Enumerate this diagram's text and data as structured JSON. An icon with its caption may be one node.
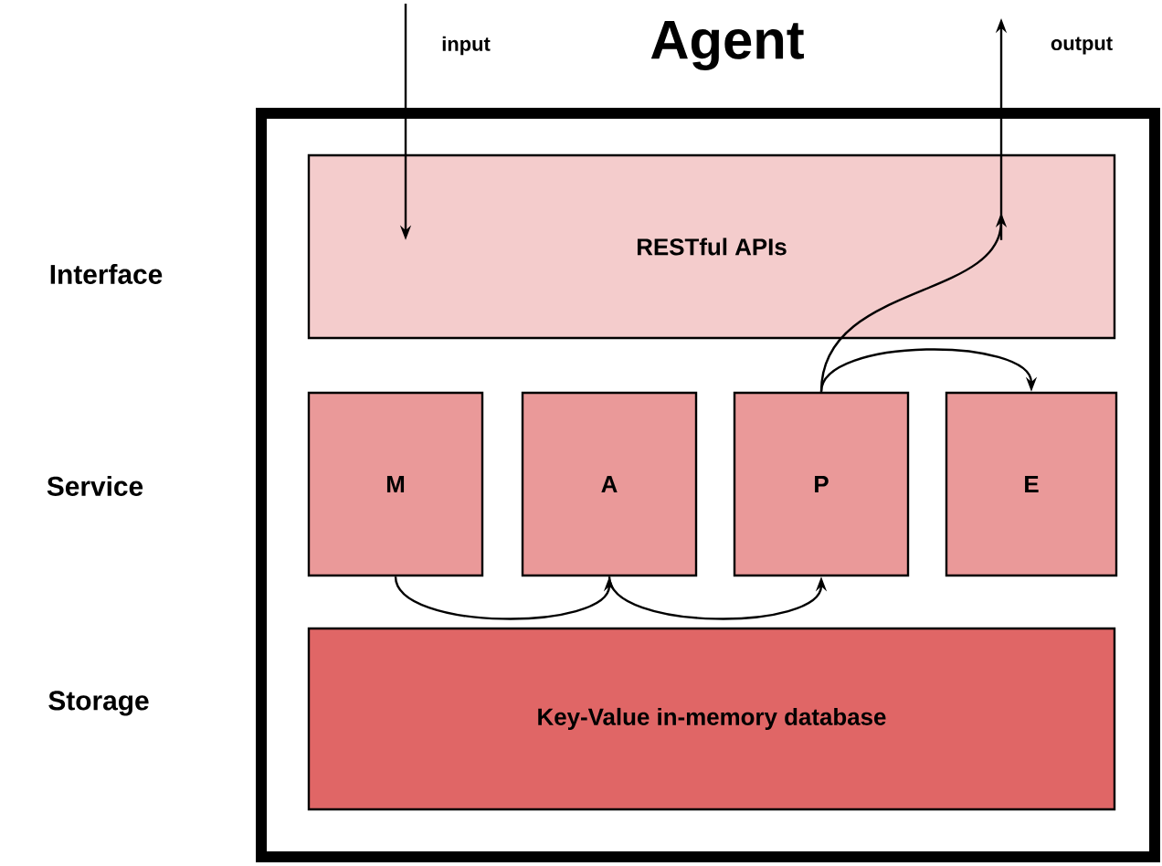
{
  "diagram": {
    "nodes": [
      {
        "text": [
          "Agent"
        ]
      },
      {
        "text": [
          "RESTful APIs"
        ],
        "in": 0
      },
      {
        "text": [
          "M"
        ],
        "in": 0
      },
      {
        "text": [
          "A"
        ],
        "in": 0
      },
      {
        "text": [
          "P"
        ],
        "in": 0
      },
      {
        "text": [
          "E"
        ],
        "in": 0
      },
      {
        "text": [
          "Key-Value in-memory database"
        ],
        "in": 0
      }
    ],
    "edges": [
      {
        "from": null,
        "to": 1,
        "arrow": "to"
      },
      {
        "from": 1,
        "to": null,
        "arrow": "to"
      },
      {
        "from": 4,
        "to": 1,
        "arrow": "to"
      },
      {
        "from": 4,
        "to": 5,
        "arrow": "to"
      },
      {
        "from": 2,
        "to": 3,
        "arrow": "to"
      },
      {
        "from": 3,
        "to": 4,
        "arrow": "to"
      }
    ],
    "labels": [
      "input",
      "output",
      "Interface",
      "Service",
      "Storage"
    ]
  }
}
